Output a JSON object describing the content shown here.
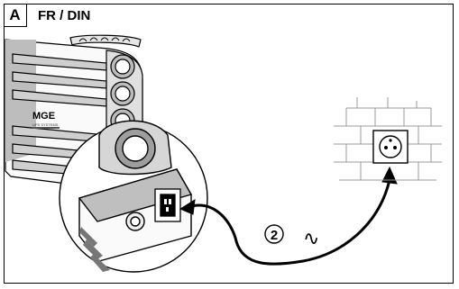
{
  "header": {
    "badge": "A",
    "title": "FR / DIN"
  },
  "device": {
    "brand_logo": "MGE",
    "brand_sub": "UPS SYSTEMS"
  },
  "connection": {
    "step_number": "2",
    "ac_symbol": "∿"
  },
  "icons": {
    "ups": "ups-device-icon",
    "plug": "power-plug-icon",
    "socket": "wall-socket-icon",
    "cable": "power-cable-icon"
  }
}
